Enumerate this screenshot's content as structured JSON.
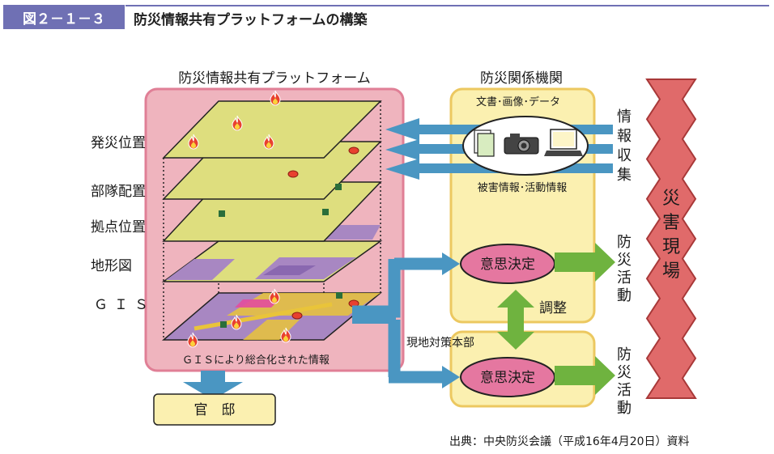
{
  "header": {
    "figure_number": "図２－１－３",
    "title": "防災情報共有プラットフォームの構築"
  },
  "platform": {
    "title": "防災情報共有プラットフォーム",
    "layers": [
      "発災位置",
      "部隊配置",
      "拠点位置",
      "地形図",
      "ＧＩＳ"
    ],
    "integrated_caption": "ＧＩＳにより総合化された情報"
  },
  "kantei": {
    "label": "官　邸"
  },
  "agency": {
    "title": "防災関係機関",
    "media_label": "文書･画像･データ",
    "damage_label": "被害情報･活動情報",
    "decision_upper": "意思決定",
    "adjust_label": "調整"
  },
  "field_hq": {
    "label": "現地対策本部",
    "decision": "意思決定"
  },
  "info_collect": [
    "情",
    "報",
    "収",
    "集"
  ],
  "activity_upper": [
    "防",
    "災",
    "活",
    "動"
  ],
  "activity_lower": [
    "防",
    "災",
    "活",
    "動"
  ],
  "disaster_site": [
    "災",
    "害",
    "現",
    "場"
  ],
  "source": "出典：中央防災会議（平成16年4月20日）資料",
  "colors": {
    "accent": "#6f70b4",
    "platform_bg": "#efb4be",
    "platform_border": "#e07f96",
    "agency_bg": "#fbf0b0",
    "agency_border": "#ecc860",
    "layer_fill": "#dede7e",
    "blue_arrow": "#4a96c2",
    "green_arrow": "#6fb33f",
    "decision_fill": "#e577a0",
    "disaster_fill": "#e06a6a"
  }
}
